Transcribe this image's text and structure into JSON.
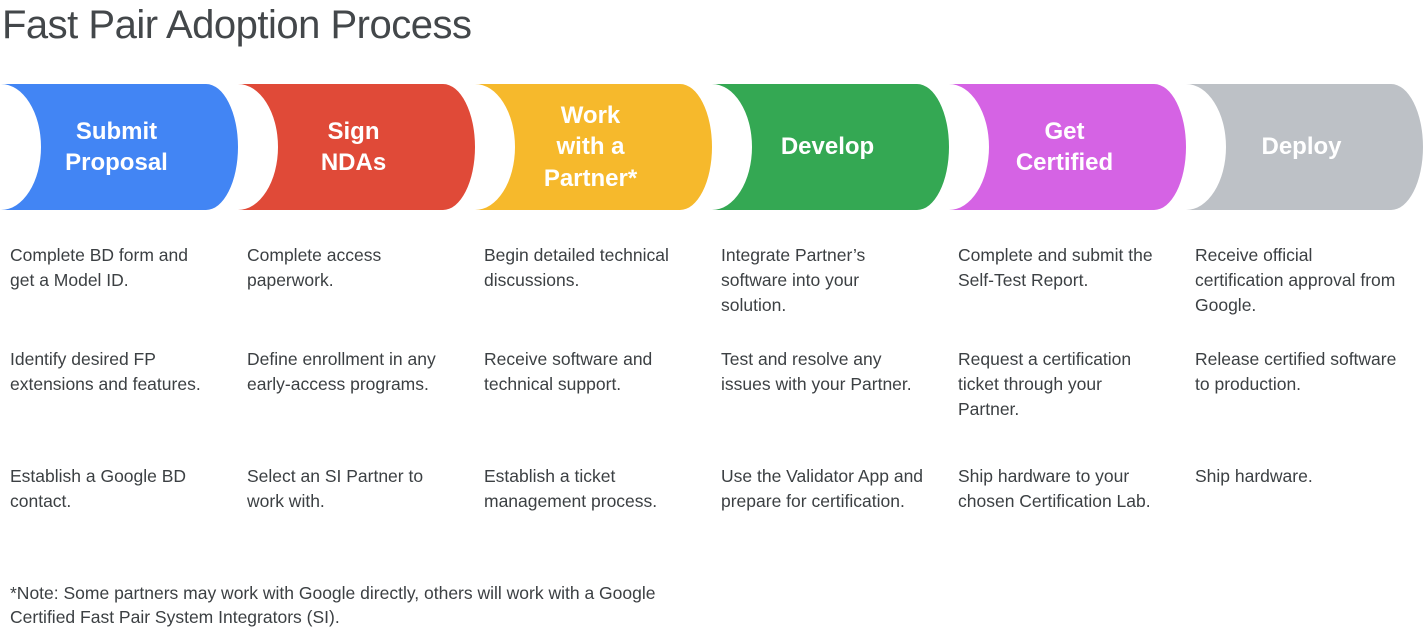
{
  "title": "Fast Pair Adoption Process",
  "text_color": "#3c4043",
  "title_color": "#43474a",
  "stages": [
    {
      "label": "Submit\nProposal",
      "color": "#4285F4",
      "items": [
        "Complete BD form and get a Model ID.",
        "Identify desired FP extensions and features.",
        "Establish a Google BD contact."
      ]
    },
    {
      "label": "Sign\nNDAs",
      "color": "#E04A38",
      "items": [
        "Complete access paperwork.",
        "Define enrollment in any early-access programs.",
        "Select an SI Partner to work with."
      ]
    },
    {
      "label": "Work\nwith a\nPartner*",
      "color": "#F6B92C",
      "items": [
        "Begin detailed technical discussions.",
        "Receive software and technical support.",
        "Establish a ticket management process."
      ]
    },
    {
      "label": "Develop",
      "color": "#34A853",
      "items": [
        "Integrate Partner’s software into your solution.",
        "Test and resolve any issues with your Partner.",
        "Use the Validator App and prepare for certification."
      ]
    },
    {
      "label": "Get\nCertified",
      "color": "#D563E4",
      "items": [
        "Complete and submit the Self-Test Report.",
        "Request a certification ticket through your Partner.",
        "Ship hardware to your chosen Certification Lab."
      ]
    },
    {
      "label": "Deploy",
      "color": "#BDC1C6",
      "items": [
        "Receive official certification approval from Google.",
        "Release certified software to production.",
        "Ship hardware."
      ]
    }
  ],
  "note": "*Note: Some partners may work with Google directly, others will work with a Google Certified Fast Pair System Integrators (SI)."
}
